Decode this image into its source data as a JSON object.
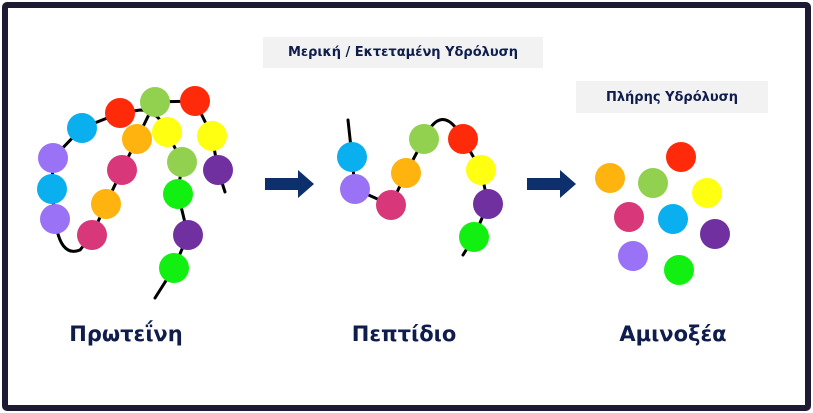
{
  "labels": {
    "partial_hydrolysis": "Μερική / Εκτεταμένη Υδρόλυση",
    "full_hydrolysis": "Πλήρης Υδρόλυση",
    "protein": "Πρωτεΐνη",
    "peptide": "Πεπτίδιο",
    "amino_acids": "Αμινοξέα"
  },
  "colors": {
    "text": "#0f1d4d",
    "arrow": "#0d2f6b",
    "frame": "#1e1a33",
    "red": "#ff2a0a",
    "orange": "#ffb30f",
    "yellow": "#ffff12",
    "lightgreen": "#92d050",
    "green": "#12f012",
    "cyan": "#0aaff0",
    "lavender": "#9a72f5",
    "magenta": "#d8387a",
    "purple": "#7030a0"
  },
  "protein_beads": [
    "cyan",
    "lavender",
    "cyan",
    "lavender",
    "magenta",
    "orange",
    "magenta",
    "orange",
    "red",
    "lightgreen",
    "red",
    "yellow",
    "yellow",
    "lightgreen",
    "purple",
    "green",
    "purple",
    "green"
  ],
  "peptide_beads": [
    "cyan",
    "lavender",
    "magenta",
    "orange",
    "lightgreen",
    "red",
    "yellow",
    "purple",
    "green"
  ],
  "amino_acid_beads": [
    "red",
    "orange",
    "lightgreen",
    "yellow",
    "magenta",
    "cyan",
    "purple",
    "lavender",
    "green"
  ]
}
